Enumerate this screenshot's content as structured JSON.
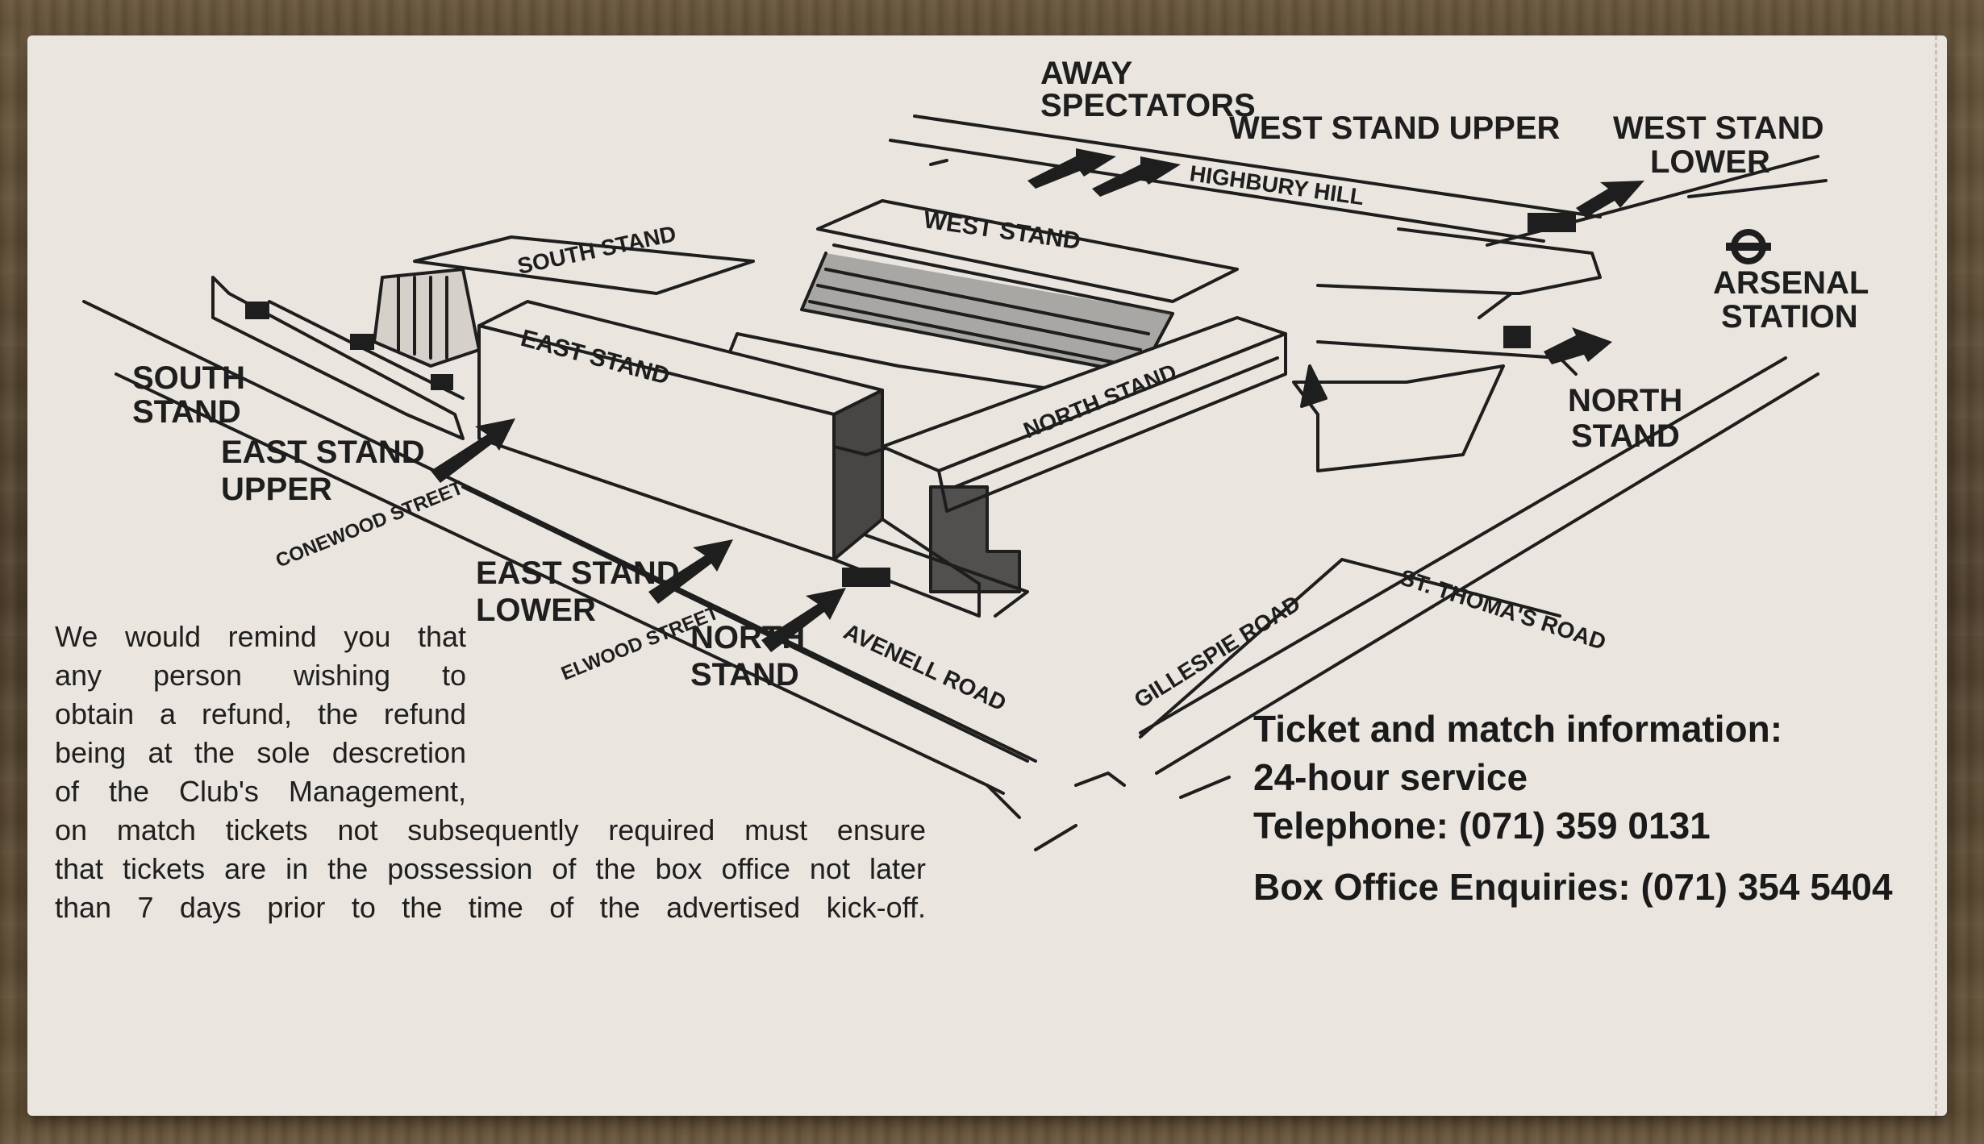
{
  "map_labels": {
    "away_spectators_1": "AWAY",
    "away_spectators_2": "SPECTATORS",
    "west_stand_upper": "WEST STAND UPPER",
    "west_stand_lower_1": "WEST STAND",
    "west_stand_lower_2": "LOWER",
    "highbury_hill": "HIGHBURY HILL",
    "arsenal_station_1": "ARSENAL",
    "arsenal_station_2": "STATION",
    "west_stand": "WEST STAND",
    "south_stand_roof": "SOUTH STAND",
    "east_stand_roof": "EAST STAND",
    "north_stand_roof": "NORTH STAND",
    "south_stand_1": "SOUTH",
    "south_stand_2": "STAND",
    "east_stand_upper_1": "EAST STAND",
    "east_stand_upper_2": "UPPER",
    "conewood_street": "CONEWOOD STREET",
    "east_stand_lower_1": "EAST STAND",
    "east_stand_lower_2": "LOWER",
    "elwood_street": "ELWOOD STREET",
    "north_stand_entry_1": "NORTH",
    "north_stand_entry_2": "STAND",
    "avenell_road": "AVENELL ROAD",
    "gillespie_road": "GILLESPIE ROAD",
    "st_thomas_road": "ST. THOMA'S ROAD",
    "north_stand_right_1": "NORTH",
    "north_stand_right_2": "STAND"
  },
  "notice": {
    "lines": [
      "We would remind you that",
      "any person wishing to",
      "obtain a refund, the refund",
      "being at the sole descretion",
      "of the Club's Management,"
    ],
    "wide_lines": [
      "on match tickets not subsequently required must ensure",
      "that tickets are in the possession of the box office not later",
      "than 7 days prior to the time of the advertised kick-off."
    ]
  },
  "info": {
    "line1": "Ticket and match information:",
    "line2": "24-hour service",
    "line3": "Telephone:  (071) 359 0131",
    "line4": "Box Office Enquiries: (071) 354 5404"
  },
  "colors": {
    "card": "#eae6df",
    "ink": "#1e1e1e"
  }
}
